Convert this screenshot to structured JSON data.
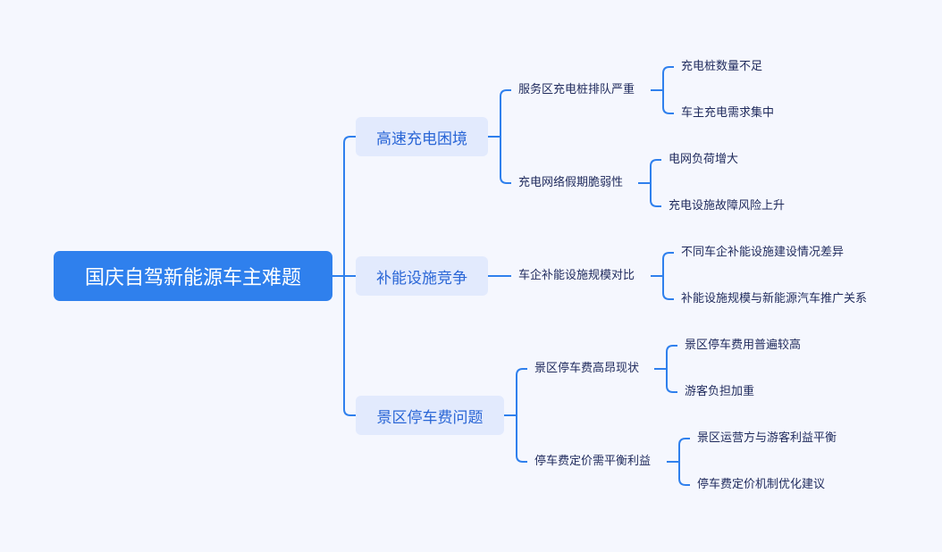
{
  "root": "国庆自驾新能源车主难题",
  "branches": [
    {
      "label": "高速充电困境",
      "children": [
        {
          "label": "服务区充电桩排队严重",
          "children": [
            "充电桩数量不足",
            "车主充电需求集中"
          ]
        },
        {
          "label": "充电网络假期脆弱性",
          "children": [
            "电网负荷增大",
            "充电设施故障风险上升"
          ]
        }
      ]
    },
    {
      "label": "补能设施竞争",
      "children": [
        {
          "label": "车企补能设施规模对比",
          "children": [
            "不同车企补能设施建设情况差异",
            "补能设施规模与新能源汽车推广关系"
          ]
        }
      ]
    },
    {
      "label": "景区停车费问题",
      "children": [
        {
          "label": "景区停车费高昂现状",
          "children": [
            "景区停车费用普遍较高",
            "游客负担加重"
          ]
        },
        {
          "label": "停车费定价需平衡利益",
          "children": [
            "景区运营方与游客利益平衡",
            "停车费定价机制优化建议"
          ]
        }
      ]
    }
  ],
  "colors": {
    "accent": "#2f80ed",
    "branch_bg": "#e2eafd",
    "line": "#2f80ed"
  }
}
